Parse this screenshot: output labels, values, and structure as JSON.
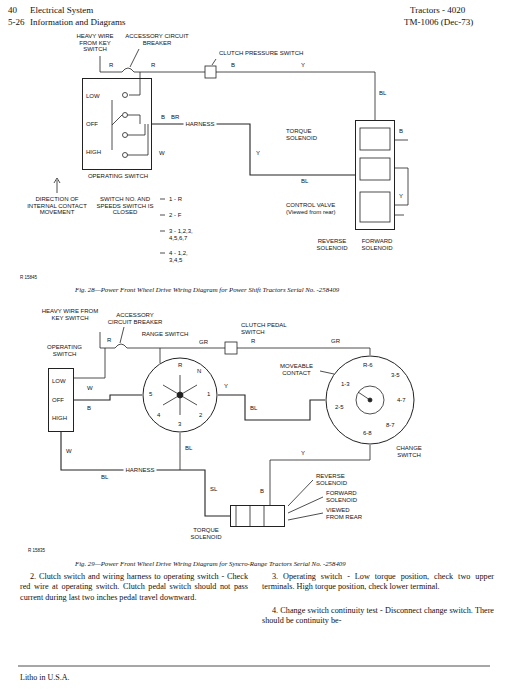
{
  "diagram": {
    "nodes": [
      {
        "text": [
          "LOW",
          "OFF",
          "HIGH",
          "OPERATING SWITCH"
        ]
      },
      {
        "text": [
          "TORQUE SOLENOID",
          "CONTROL VALVE (Viewed from rear)",
          "REVERSE SOLENOID",
          "FORWARD SOLENOID"
        ]
      },
      {
        "text": [
          "LOW",
          "OFF",
          "HIGH",
          "OPERATING SWITCH"
        ]
      },
      {
        "text": [
          "RANGE SWITCH"
        ]
      },
      {
        "text": [
          "MOVEABLE CONTACT",
          "CHANGE SWITCH"
        ]
      },
      {
        "text": [
          "REVERSE SOLENOID",
          "FORWARD SOLENOID",
          "VIEWED FROM REAR",
          "TORQUE SOLENOID"
        ]
      }
    ],
    "edges": [
      {
        "from": 0,
        "to": 1,
        "label": "HARNESS",
        "arrow": "none"
      },
      {
        "from": 2,
        "to": 3,
        "arrow": "none"
      },
      {
        "from": 3,
        "to": 4,
        "arrow": "none"
      },
      {
        "from": 2,
        "to": 5,
        "label": "HARNESS",
        "arrow": "none"
      }
    ],
    "labels": [
      "40",
      "Electrical System",
      "5-26",
      "Information and Diagrams",
      "Tractors - 4020",
      "TM-1006 (Dec-73)",
      "HEAVY WIRE FROM KEY SWITCH",
      "ACCESSORY CIRCUIT BREAKER",
      "CLUTCH PRESSURE SWITCH",
      "R",
      "R",
      "B",
      "Y",
      "BL",
      "W",
      "B",
      "BR",
      "Y",
      "BL",
      "B",
      "Y",
      "DIRECTION OF INTERNAL CONTACT MOVEMENT",
      "SWITCH NO. AND SPEEDS SWITCH IS CLOSED",
      "1 - R",
      "2 - F",
      "3 - 1,2,3, 4,5,6,7",
      "4 - 1,2, 3,4,5",
      "R 15845",
      "Fig. 28—Power Front Wheel Drive Wiring Diagram for Power Shift Tractors Serial No. -258409",
      "HEAVY WIRE FROM KEY SWITCH",
      "ACCESSORY CIRCUIT BREAKER",
      "CLUTCH PEDAL SWITCH",
      "R",
      "GR",
      "R",
      "GR",
      "W",
      "B",
      "Y",
      "BL",
      "BL",
      "SL",
      "BL",
      "Y",
      "B",
      "W",
      "R",
      "N",
      "1",
      "2",
      "3",
      "4",
      "5",
      "3-5",
      "4-7",
      "8-7",
      "6-8",
      "2-5",
      "1-3",
      "R-6",
      "R 15835",
      "Fig. 29—Power Front Wheel Drive Wiring Diagram for Syncro-Range Tractors Serial No. -258409",
      "2. Clutch switch and wiring harness to operating switch - Check red wire at operating switch. Clutch pedal switch should not pass current during last two inches pedal travel downward.",
      "3. Operating switch - Low torque position, check two upper terminals. High torque position, check lower terminal.",
      "4. Change switch continuity test - Disconnect change switch. There should be continuity be-",
      "Litho in U.S.A."
    ]
  }
}
